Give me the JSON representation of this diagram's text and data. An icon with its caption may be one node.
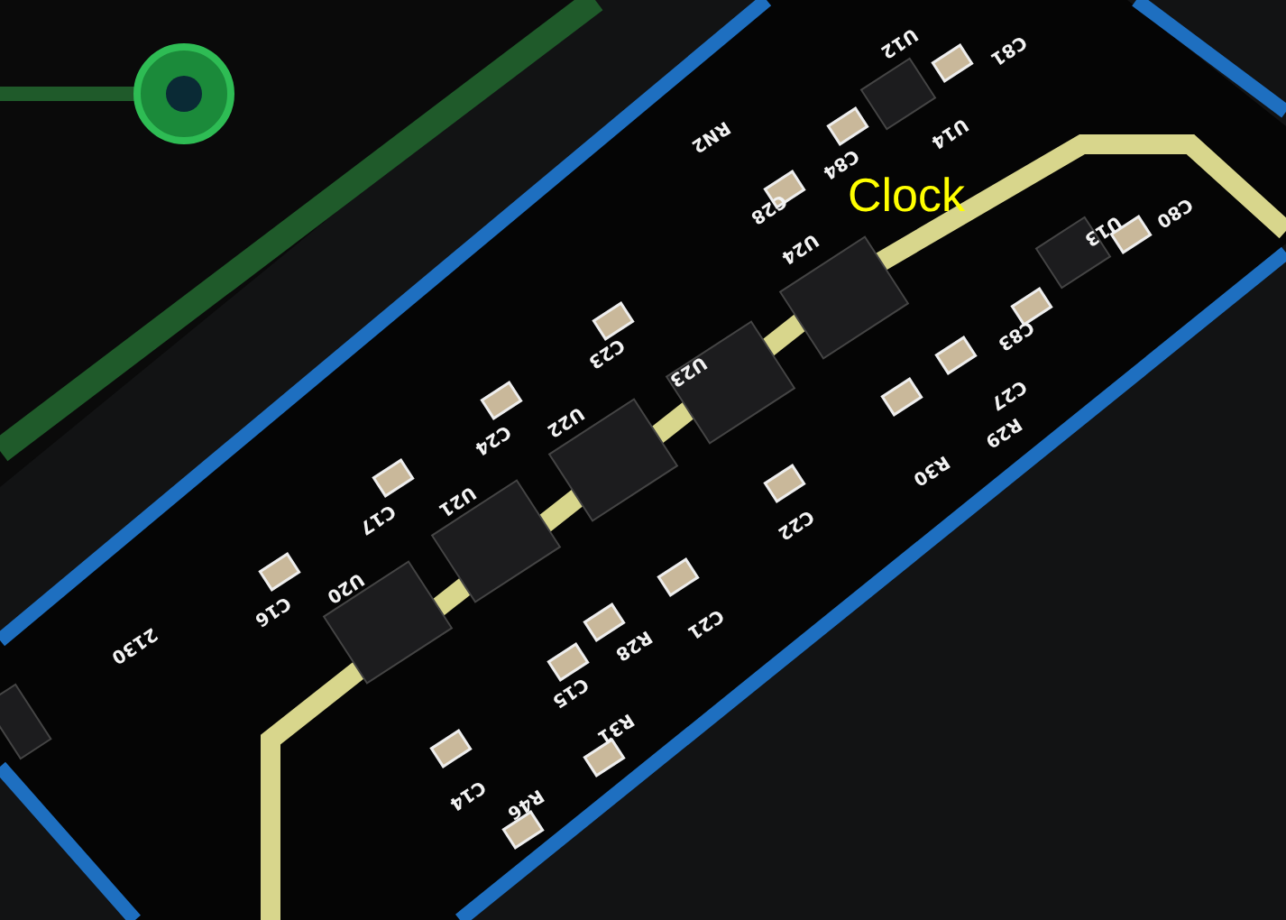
{
  "diagram": {
    "labels": [
      "U12",
      "C81",
      "RN2",
      "U14",
      "C84",
      "C28",
      "U24",
      "Clock",
      "C80",
      "U13",
      "C83",
      "C23",
      "U23",
      "C27",
      "C24",
      "U22",
      "R29",
      "R30",
      "C17",
      "U21",
      "C22",
      "C16",
      "U20",
      "C21",
      "2130",
      "R28",
      "C15",
      "R31",
      "C14",
      "R46"
    ]
  }
}
